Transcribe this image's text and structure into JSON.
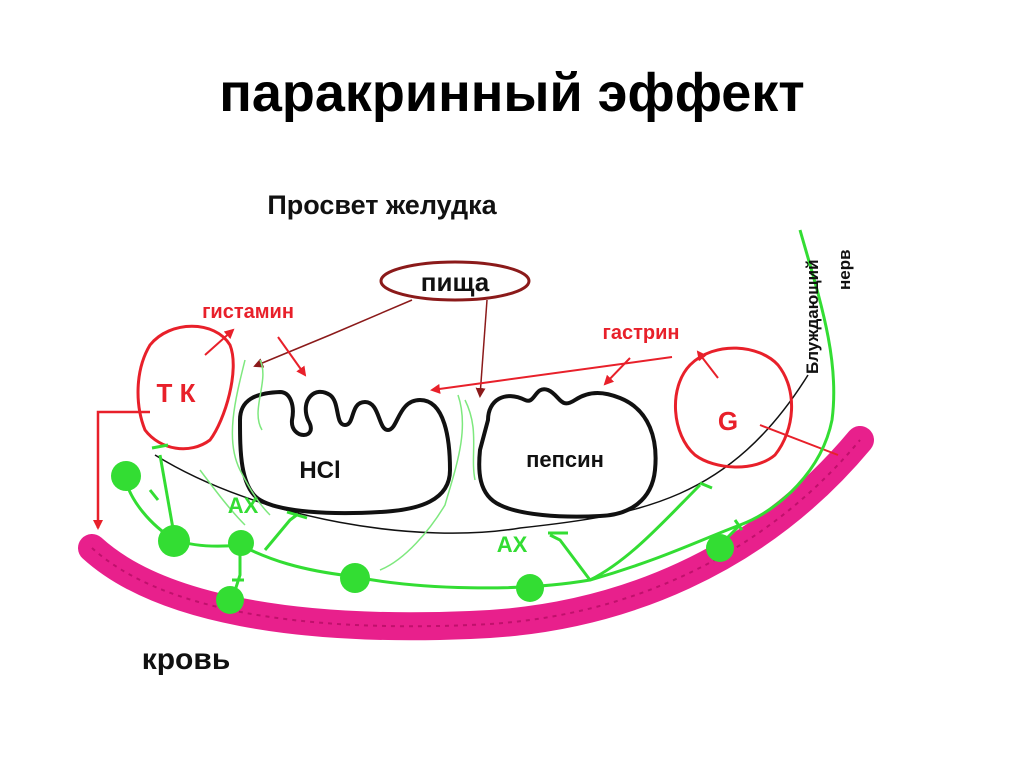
{
  "title": "паракринный эффект",
  "labels": {
    "lumen": "Просвет желудка",
    "food": "пища",
    "histamine": "гистамин",
    "gastrin": "гастрин",
    "tk_cell": "Т К",
    "g_cell": "G",
    "hcl_cell": "HCl",
    "pepsin_cell": "пепсин",
    "ach_left": "АХ",
    "ach_right": "АХ",
    "vagus_line1": "Блуждающий",
    "vagus_line2": "нерв",
    "blood": "кровь"
  },
  "colors": {
    "red": "#e8202a",
    "dark_red": "#8b1a1a",
    "green": "#33dd33",
    "pink": "#e8208c",
    "black": "#000000"
  }
}
